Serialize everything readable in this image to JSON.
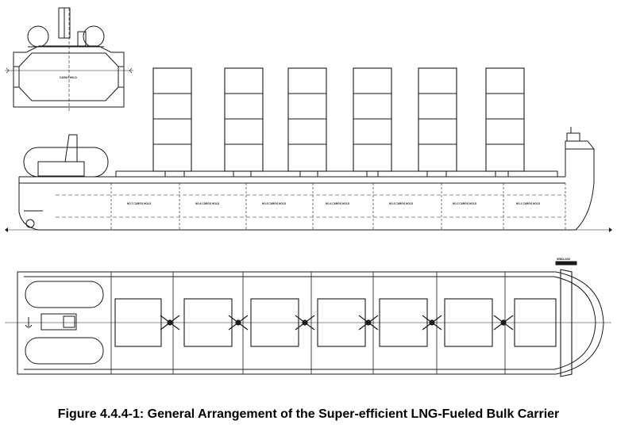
{
  "caption": "Figure 4.4.4-1: General Arrangement of the Super-efficient LNG-Fueled Bulk Carrier",
  "section_view": {
    "hold_label": "CARGO HOLD"
  },
  "profile_view": {
    "holds": [
      "NO.7 CARGO HOLD",
      "NO.6 CARGO HOLD",
      "NO.5 CARGO HOLD",
      "NO.4 CARGO HOLD",
      "NO.3 CARGO HOLD",
      "NO.2 CARGO HOLD",
      "NO.1 CARGO HOLD"
    ],
    "sail_count": 6
  },
  "plan_view": {
    "windlass_label": "WINDLASS"
  },
  "colors": {
    "line": "#1a1a1a",
    "background": "#ffffff"
  }
}
